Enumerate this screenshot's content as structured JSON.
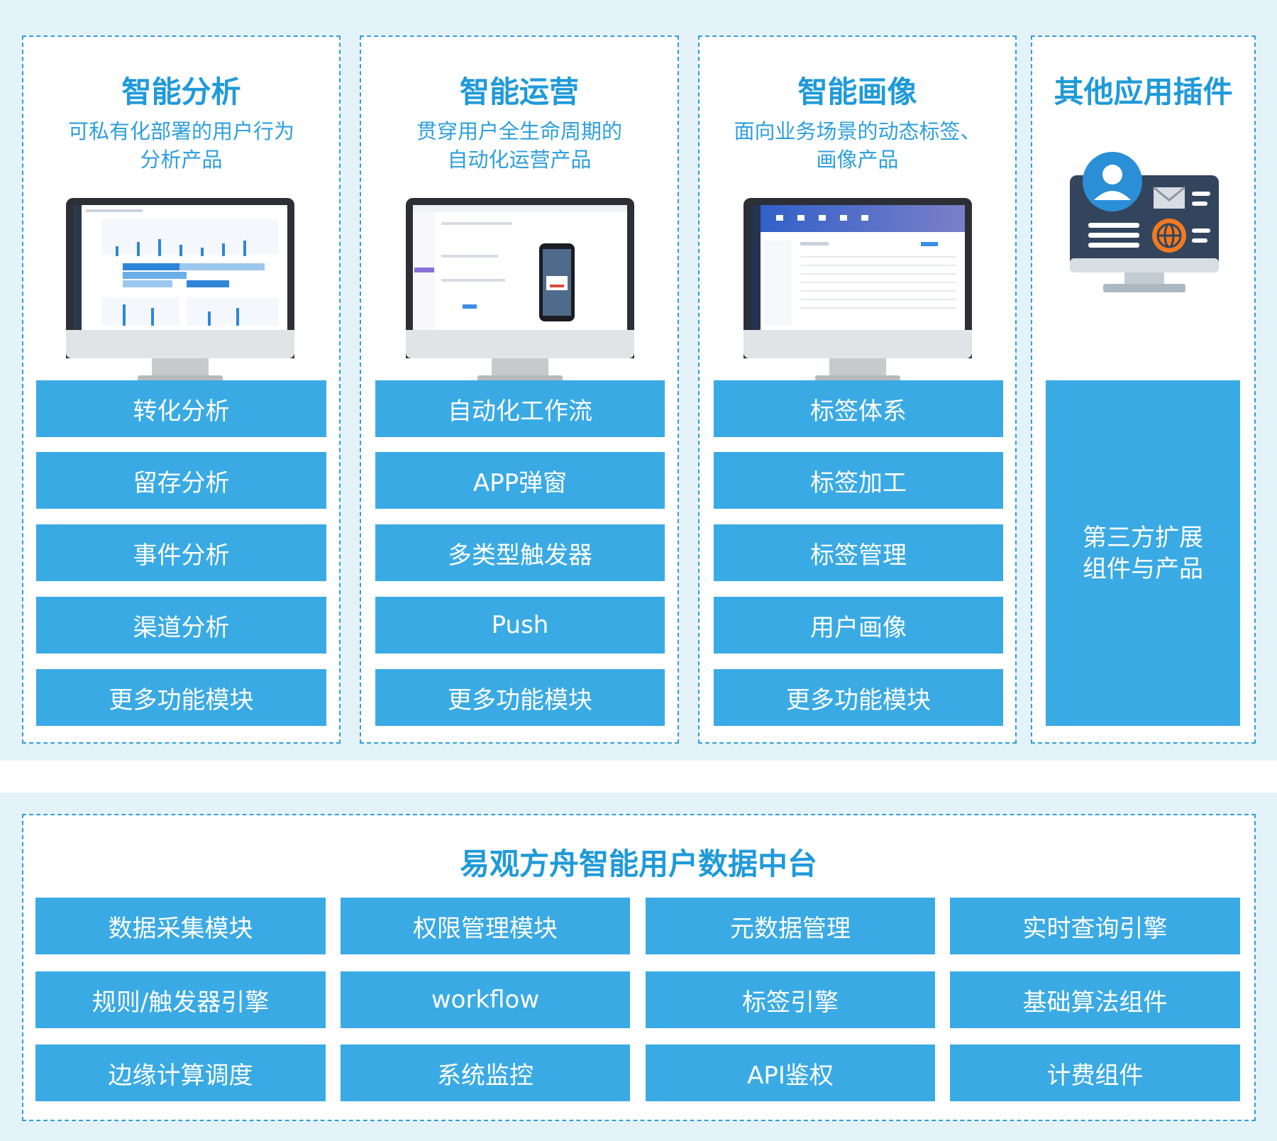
{
  "columns": [
    {
      "title": "智能分析",
      "subtitle": "可私有化部署的用户行为\n分析产品",
      "items": [
        "转化分析",
        "留存分析",
        "事件分析",
        "渠道分析",
        "更多功能模块"
      ]
    },
    {
      "title": "智能运营",
      "subtitle": "贯穿用户全生命周期的\n自动化运营产品",
      "items": [
        "自动化工作流",
        "APP弹窗",
        "多类型触发器",
        "Push",
        "更多功能模块"
      ]
    },
    {
      "title": "智能画像",
      "subtitle": "面向业务场景的动态标签、\n画像产品",
      "items": [
        "标签体系",
        "标签加工",
        "标签管理",
        "用户画像",
        "更多功能模块"
      ]
    },
    {
      "title": "其他应用插件",
      "items": [
        "第三方扩展\n组件与产品"
      ]
    }
  ],
  "platform": {
    "title": "易观方舟智能用户数据中台",
    "modules": [
      "数据采集模块",
      "权限管理模块",
      "元数据管理",
      "实时查询引擎",
      "规则/触发器引擎",
      "workflow",
      "标签引擎",
      "基础算法组件",
      "边缘计算调度",
      "系统监控",
      "API鉴权",
      "计费组件"
    ]
  },
  "colors": {
    "accent": "#1f9ad9",
    "button": "#3aaae4",
    "band": "#e4f2fa",
    "dash": "#2f9fdc"
  },
  "icons": [
    "monitor-icon",
    "user-profile-icon",
    "mail-icon",
    "globe-icon"
  ]
}
